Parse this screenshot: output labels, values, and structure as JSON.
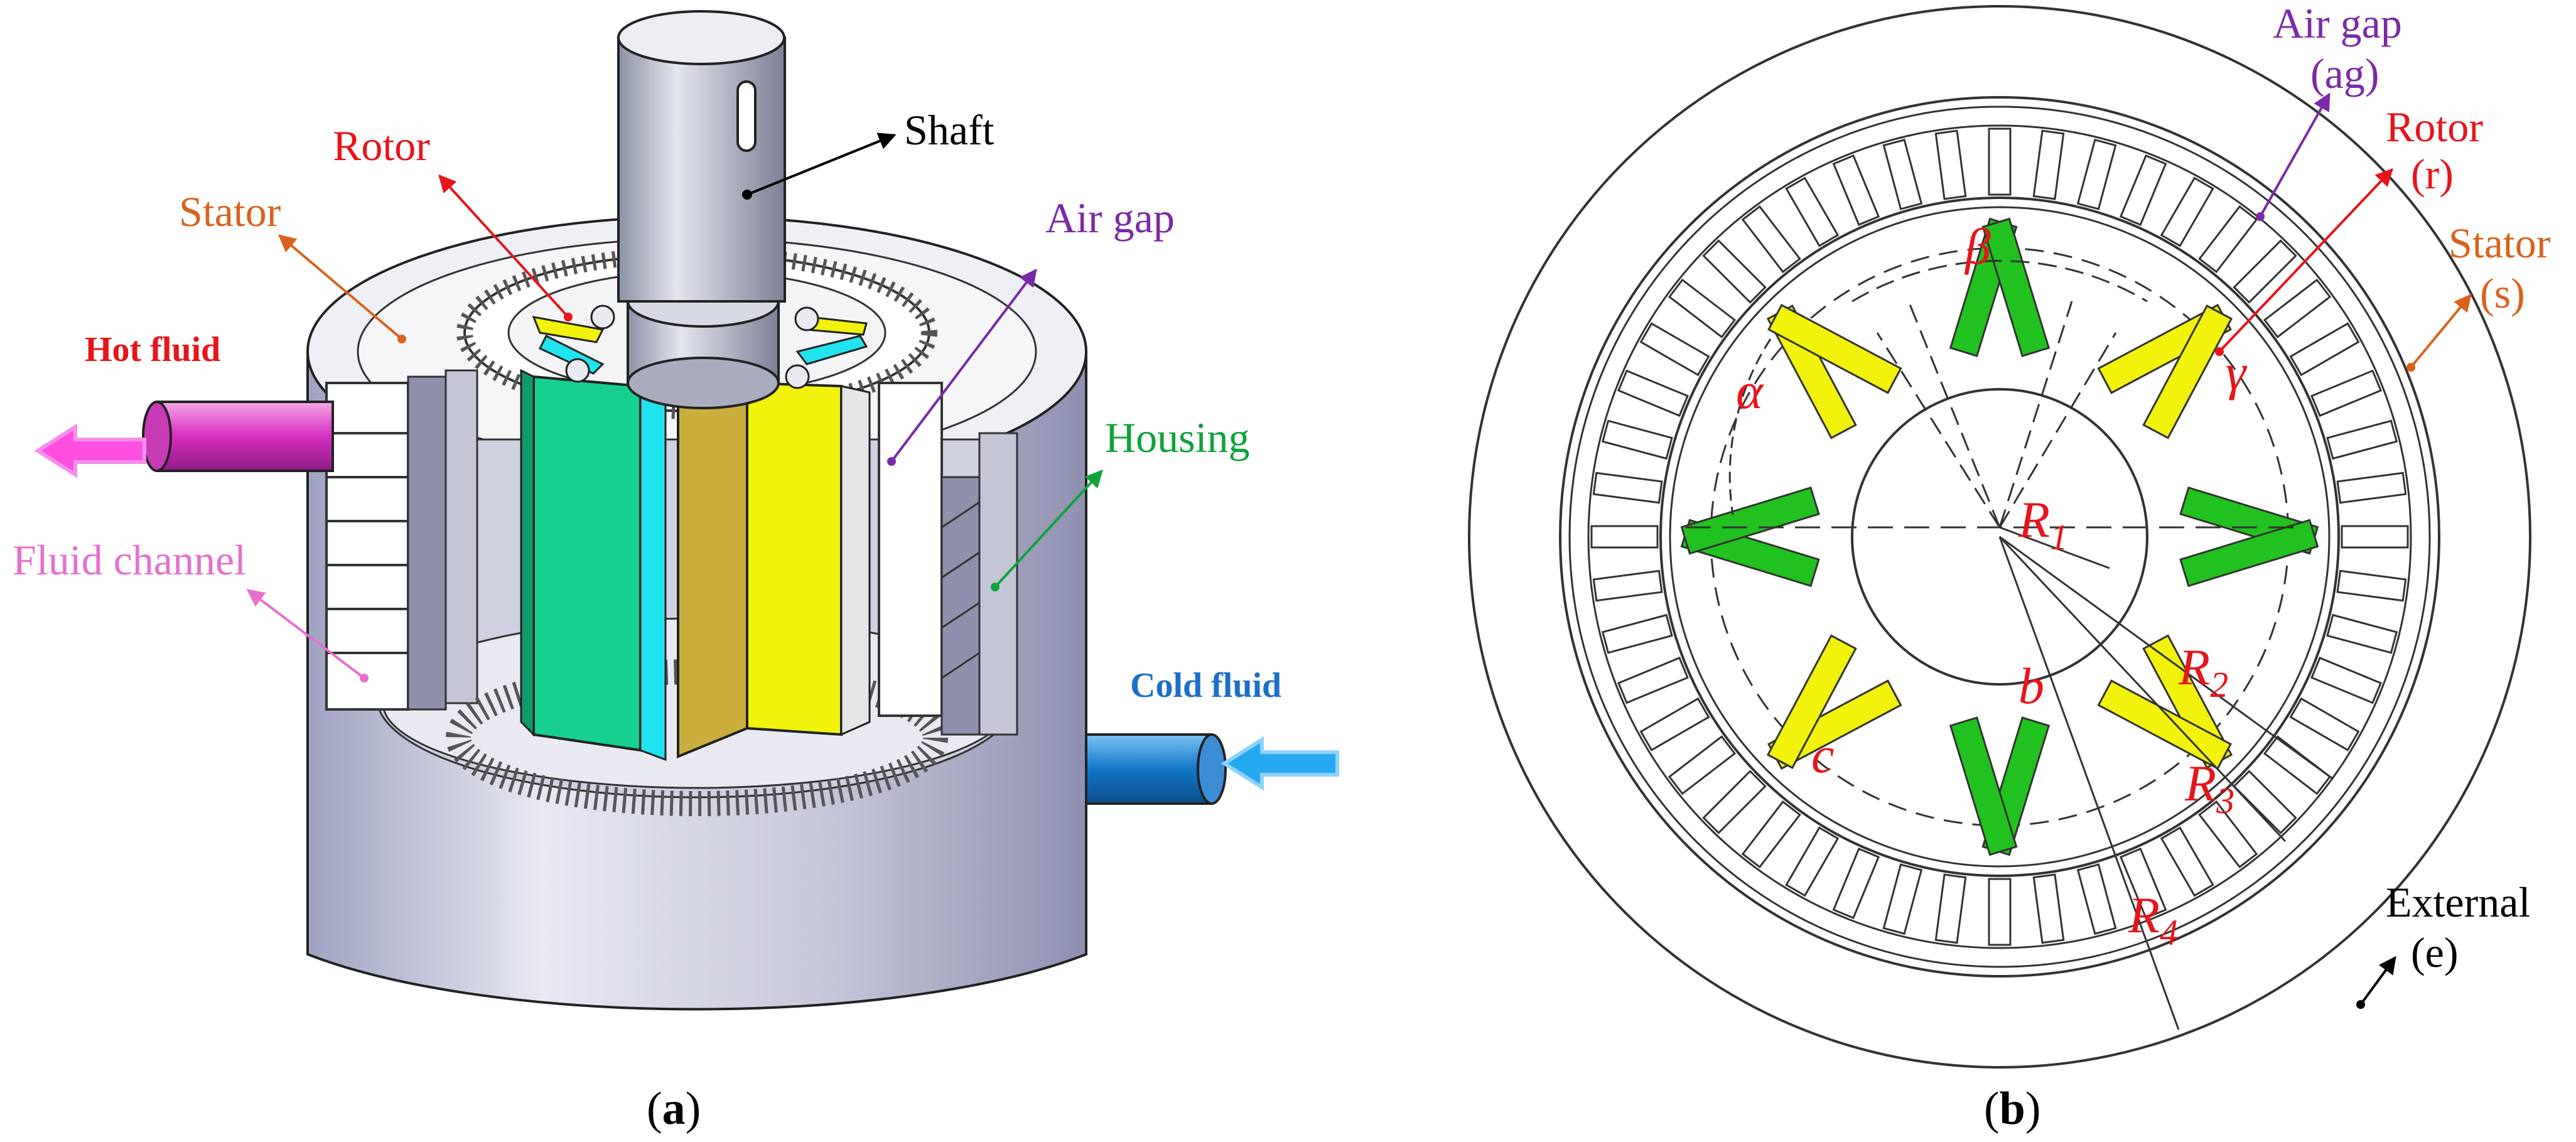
{
  "colors": {
    "rotor": "#e8141b",
    "stator": "#d9621c",
    "air_gap": "#7a2aa6",
    "housing": "#0ea33a",
    "fluid_channel": "#e86fd0",
    "shaft": "#000000",
    "hot_fluid": "#e8141b",
    "cold_fluid": "#1c6fc9",
    "magnet_green": "#21c21f",
    "magnet_yellow": "#f2f20d",
    "magnet_teal": "#17cf8f",
    "magnet_cyan": "#21e3f0"
  },
  "panel_a": {
    "labels": {
      "rotor": "Rotor",
      "stator": "Stator",
      "shaft": "Shaft",
      "air_gap": "Air gap",
      "housing": "Housing",
      "fluid_channel": "Fluid channel",
      "hot_fluid": "Hot fluid",
      "cold_fluid": "Cold fluid"
    },
    "caption": "(a)"
  },
  "panel_b": {
    "labels": {
      "air_gap": "Air gap",
      "air_gap_sub": "(ag)",
      "rotor": "Rotor",
      "rotor_sub": "(r)",
      "stator": "Stator",
      "stator_sub": "(s)",
      "external": "External",
      "external_sub": "(e)"
    },
    "symbols": {
      "alpha": "α",
      "beta": "β",
      "gamma": "γ",
      "b": "b",
      "c": "c",
      "r1": "R",
      "r2": "R",
      "r3": "R",
      "r4": "R",
      "r1_sub": "1",
      "r2_sub": "2",
      "r3_sub": "3",
      "r4_sub": "4"
    },
    "caption": "(b)"
  }
}
